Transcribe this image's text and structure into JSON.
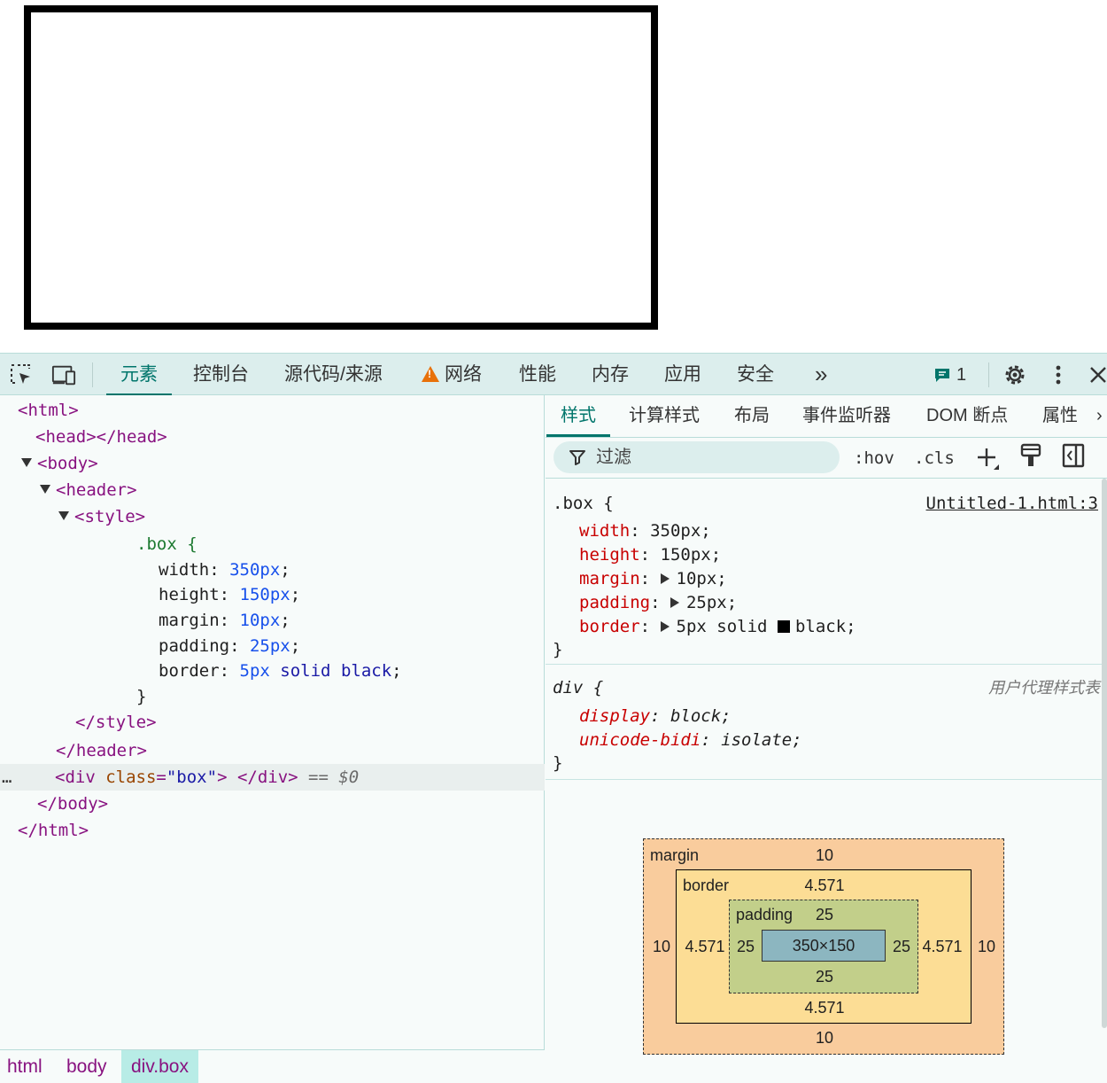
{
  "toolbar": {
    "tabs": [
      "元素",
      "控制台",
      "源代码/来源",
      "网络",
      "性能",
      "内存",
      "应用",
      "安全"
    ],
    "more_label": "»",
    "issues_count": "1",
    "icons": [
      "inspect-icon",
      "device-toolbar-icon",
      "warning-icon",
      "message-icon",
      "gear-icon",
      "more-vert-icon",
      "close-icon"
    ]
  },
  "dom": {
    "lines": {
      "html_open": "<html>",
      "head": "<head></head>",
      "body_open": "<body>",
      "header_open": "<header>",
      "style_open": "<style>",
      "css_selector": ".box {",
      "css_width_prop": "width: ",
      "css_width_val": "350px",
      "css_height_prop": "height: ",
      "css_height_val": "150px",
      "css_margin_prop": "margin: ",
      "css_margin_val": "10px",
      "css_padding_prop": "padding: ",
      "css_padding_val": "25px",
      "css_border_prop": "border: ",
      "css_border_v1": "5px",
      "css_border_v2": "solid",
      "css_border_v3": "black",
      "css_close": "}",
      "style_close": "</style>",
      "header_close": "</header>",
      "div_tag_open": "<div ",
      "div_attr_name": "class",
      "div_attr_val": "\"box\"",
      "div_close": "> </div>",
      "div_eq": " == ",
      "div_ref": "$0",
      "body_close": "</body>",
      "html_close": "</html>",
      "ellipsis": "…"
    }
  },
  "breadcrumbs": [
    "html",
    "body",
    "div.box"
  ],
  "styles": {
    "subtabs": [
      "样式",
      "计算样式",
      "布局",
      "事件监听器",
      "DOM 断点",
      "属性"
    ],
    "filter_placeholder": "过滤",
    "hov": ":hov",
    "cls": ".cls",
    "rule1": {
      "selector": ".box {",
      "source": "Untitled-1.html:3",
      "props": [
        {
          "name": "width",
          "value": "350px;"
        },
        {
          "name": "height",
          "value": "150px;"
        },
        {
          "name": "margin",
          "value": "10px;"
        },
        {
          "name": "padding",
          "value": "25px;"
        },
        {
          "name": "border",
          "value": "5px solid",
          "value2": "black;"
        }
      ],
      "close": "}"
    },
    "rule2": {
      "selector": "div {",
      "source": "用户代理样式表",
      "props": [
        {
          "name": "display",
          "value": "block;"
        },
        {
          "name": "unicode-bidi",
          "value": "isolate;"
        }
      ],
      "close": "}"
    }
  },
  "box_model": {
    "margin_label": "margin",
    "border_label": "border",
    "padding_label": "padding",
    "margin": {
      "top": "10",
      "right": "10",
      "bottom": "10",
      "left": "10"
    },
    "border": {
      "top": "4.571",
      "right": "4.571",
      "bottom": "4.571",
      "left": "4.571"
    },
    "padding": {
      "top": "25",
      "right": "25",
      "bottom": "25",
      "left": "25"
    },
    "content": "350×150"
  },
  "colors": {
    "accent": "#00756b",
    "tag": "#881280",
    "margin": "#f9cc9d",
    "border": "#fcdd95",
    "padding": "#c2cf8a",
    "content": "#8cb6c0"
  }
}
